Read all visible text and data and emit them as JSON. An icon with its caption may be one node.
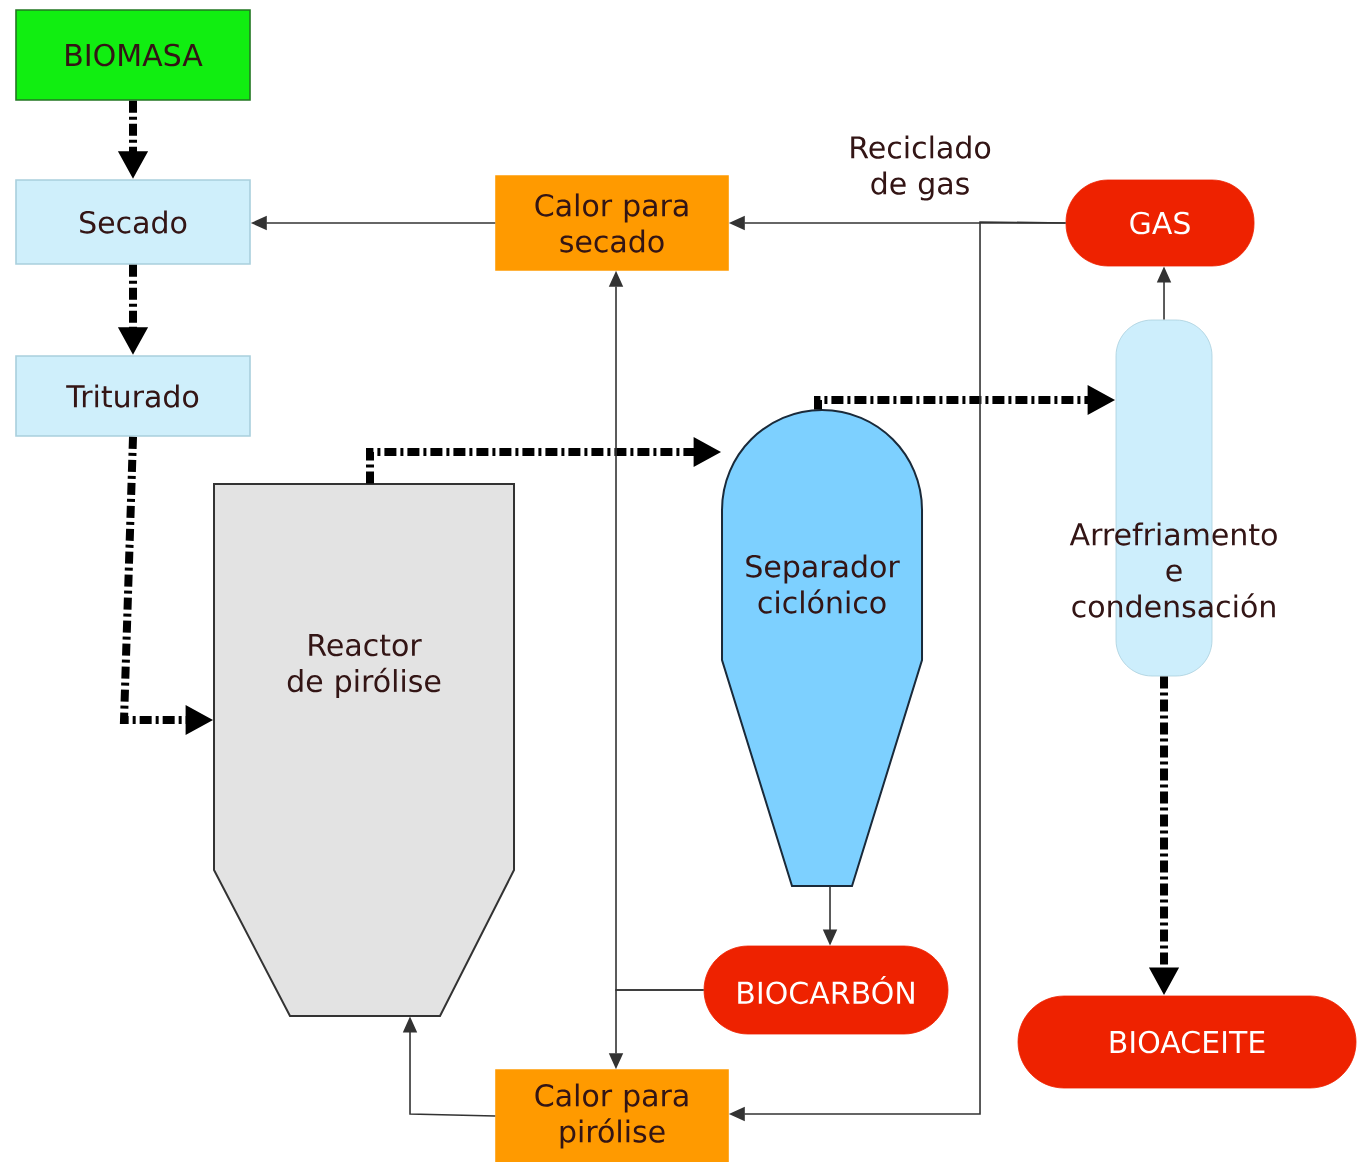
{
  "diagram": {
    "nodes": [
      {
        "text": [
          "BIOMASA"
        ]
      },
      {
        "text": [
          "Secado"
        ]
      },
      {
        "text": [
          "Triturado"
        ]
      },
      {
        "text": [
          "Calor para secado"
        ]
      },
      {
        "text": [
          "Reactor de pirólise"
        ]
      },
      {
        "text": [
          "Separador ciclónico"
        ]
      },
      {
        "text": [
          "GAS"
        ]
      },
      {
        "text": [
          "Arrefriamento e condensación"
        ]
      },
      {
        "text": [
          "BIOCARBÓN"
        ]
      },
      {
        "text": [
          "BIOACEITE"
        ]
      },
      {
        "text": [
          "Calor para pirólise"
        ]
      }
    ],
    "edges": [
      {
        "from": 0,
        "to": 1,
        "arrow": "to",
        "style": "dashed"
      },
      {
        "from": 1,
        "to": 2,
        "arrow": "to",
        "style": "dashed"
      },
      {
        "from": 2,
        "to": 4,
        "arrow": "to",
        "style": "dashed"
      },
      {
        "from": 4,
        "to": 5,
        "arrow": "to",
        "style": "dashed"
      },
      {
        "from": 5,
        "to": 7,
        "arrow": "to",
        "style": "dashed"
      },
      {
        "from": 7,
        "to": 6,
        "arrow": "to"
      },
      {
        "from": 7,
        "to": 9,
        "arrow": "to",
        "style": "dashed"
      },
      {
        "from": 6,
        "to": 3,
        "arrow": "to",
        "label": "Reciclado de gas"
      },
      {
        "from": 6,
        "to": 10,
        "arrow": "to"
      },
      {
        "from": 3,
        "to": 1,
        "arrow": "to"
      },
      {
        "from": 5,
        "to": 8,
        "arrow": "to"
      },
      {
        "from": 8,
        "to": 3,
        "arrow": "to"
      },
      {
        "from": 8,
        "to": 10,
        "arrow": "to"
      },
      {
        "from": 10,
        "to": 4,
        "arrow": "to"
      }
    ]
  }
}
